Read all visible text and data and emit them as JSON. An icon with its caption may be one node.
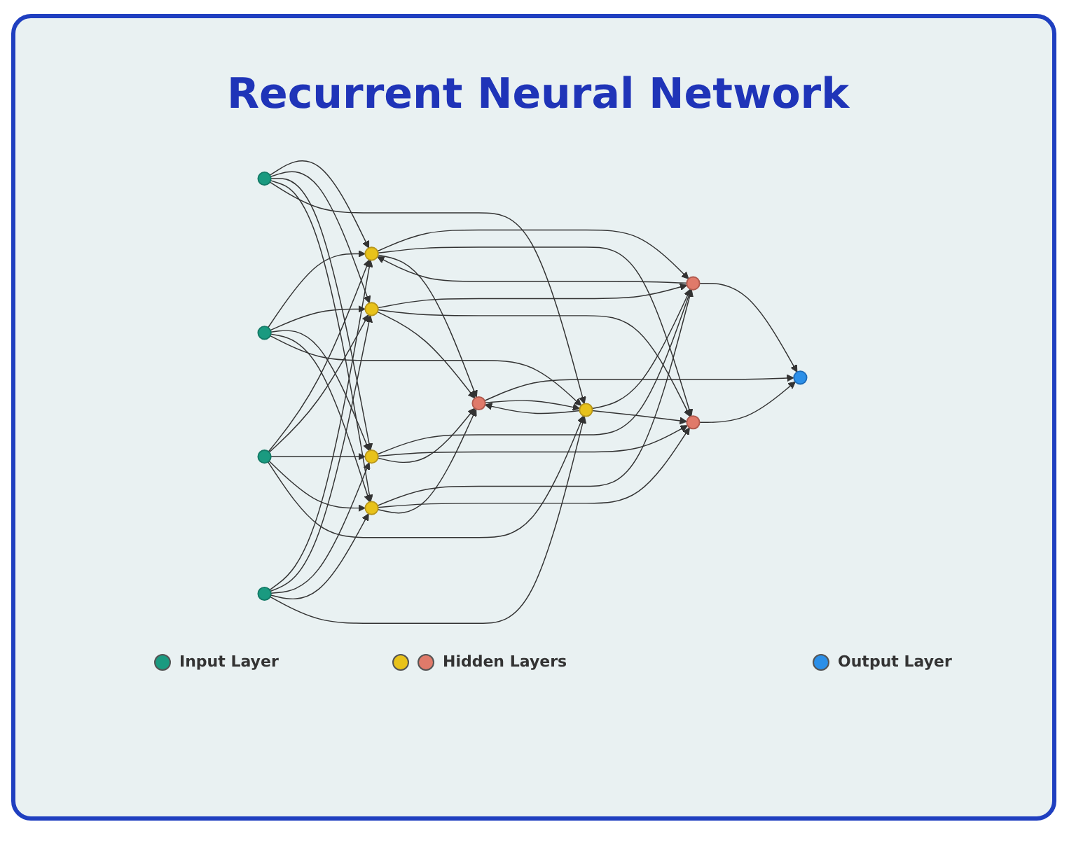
{
  "diagram": {
    "title": "Recurrent Neural Network",
    "nodes": [
      {
        "text": [],
        "shape": "circle"
      },
      {
        "text": [],
        "shape": "circle"
      },
      {
        "text": [],
        "shape": "circle"
      },
      {
        "text": [],
        "shape": "circle"
      },
      {
        "text": [],
        "shape": "circle"
      },
      {
        "text": [],
        "shape": "circle"
      },
      {
        "text": [],
        "shape": "circle"
      },
      {
        "text": [],
        "shape": "circle"
      },
      {
        "text": [],
        "shape": "circle"
      },
      {
        "text": [],
        "shape": "circle"
      },
      {
        "text": [],
        "shape": "circle"
      },
      {
        "text": [],
        "shape": "circle"
      },
      {
        "text": [],
        "shape": "circle"
      }
    ],
    "edges": [
      {
        "from": 0,
        "to": 4,
        "arrow": "to"
      },
      {
        "from": 0,
        "to": 5,
        "arrow": "to"
      },
      {
        "from": 0,
        "to": 6,
        "arrow": "to"
      },
      {
        "from": 0,
        "to": 7,
        "arrow": "to"
      },
      {
        "from": 0,
        "to": 8,
        "arrow": "to"
      },
      {
        "from": 1,
        "to": 4,
        "arrow": "to"
      },
      {
        "from": 1,
        "to": 5,
        "arrow": "to"
      },
      {
        "from": 1,
        "to": 6,
        "arrow": "to"
      },
      {
        "from": 1,
        "to": 7,
        "arrow": "to"
      },
      {
        "from": 1,
        "to": 8,
        "arrow": "to"
      },
      {
        "from": 2,
        "to": 4,
        "arrow": "to"
      },
      {
        "from": 2,
        "to": 5,
        "arrow": "to"
      },
      {
        "from": 2,
        "to": 6,
        "arrow": "to"
      },
      {
        "from": 2,
        "to": 7,
        "arrow": "to"
      },
      {
        "from": 2,
        "to": 8,
        "arrow": "to"
      },
      {
        "from": 3,
        "to": 4,
        "arrow": "to"
      },
      {
        "from": 3,
        "to": 5,
        "arrow": "to"
      },
      {
        "from": 3,
        "to": 6,
        "arrow": "to"
      },
      {
        "from": 3,
        "to": 7,
        "arrow": "to"
      },
      {
        "from": 3,
        "to": 8,
        "arrow": "to"
      },
      {
        "from": 4,
        "to": 9,
        "arrow": "to"
      },
      {
        "from": 4,
        "to": 10,
        "arrow": "to"
      },
      {
        "from": 4,
        "to": 11,
        "arrow": "to"
      },
      {
        "from": 5,
        "to": 9,
        "arrow": "to"
      },
      {
        "from": 5,
        "to": 10,
        "arrow": "to"
      },
      {
        "from": 5,
        "to": 11,
        "arrow": "to"
      },
      {
        "from": 6,
        "to": 9,
        "arrow": "to"
      },
      {
        "from": 6,
        "to": 10,
        "arrow": "to"
      },
      {
        "from": 6,
        "to": 11,
        "arrow": "to"
      },
      {
        "from": 7,
        "to": 9,
        "arrow": "to"
      },
      {
        "from": 7,
        "to": 10,
        "arrow": "to"
      },
      {
        "from": 7,
        "to": 11,
        "arrow": "to"
      },
      {
        "from": 8,
        "to": 9,
        "arrow": "to"
      },
      {
        "from": 8,
        "to": 10,
        "arrow": "to"
      },
      {
        "from": 8,
        "to": 11,
        "arrow": "to"
      },
      {
        "from": 9,
        "to": 12,
        "arrow": "to"
      },
      {
        "from": 10,
        "to": 12,
        "arrow": "to"
      },
      {
        "from": 11,
        "to": 12,
        "arrow": "to"
      },
      {
        "from": 9,
        "to": 4,
        "arrow": "to"
      },
      {
        "from": 11,
        "to": 8,
        "arrow": "to"
      }
    ],
    "legend": [
      {
        "text": "Input Layer",
        "color": "#1a9a80"
      },
      {
        "text": "Hidden Layers",
        "color": "#e8c21a"
      },
      {
        "text": "Output Layer",
        "color": "#2b8fe8"
      }
    ]
  }
}
